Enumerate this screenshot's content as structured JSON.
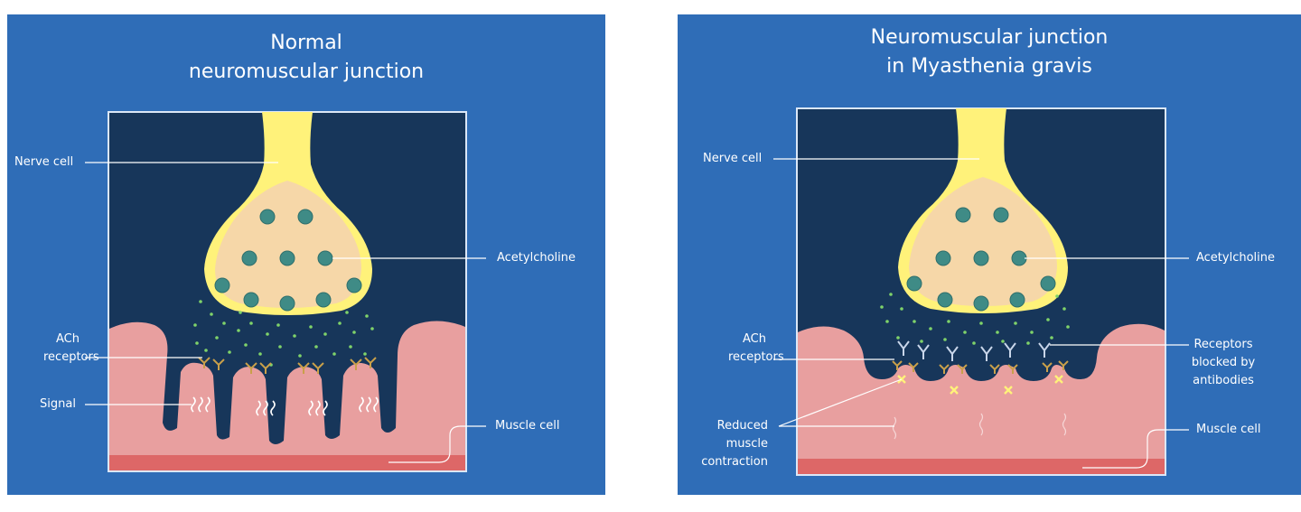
{
  "left_panel": {
    "title_line1": "Normal",
    "title_line2": "neuromuscular junction",
    "labels": {
      "nerve_cell": "Nerve cell",
      "acetylcholine": "Acetylcholine",
      "ach_receptors_line1": "ACh",
      "ach_receptors_line2": "receptors",
      "signal": "Signal",
      "muscle_cell": "Muscle cell"
    }
  },
  "right_panel": {
    "title_line1": "Neuromuscular junction",
    "title_line2": "in Myasthenia gravis",
    "labels": {
      "nerve_cell": "Nerve cell",
      "acetylcholine": "Acetylcholine",
      "ach_receptors_line1": "ACh",
      "ach_receptors_line2": "receptors",
      "receptors_blocked_line1": "Receptors",
      "receptors_blocked_line2": "blocked by",
      "receptors_blocked_line3": "antibodies",
      "reduced_line1": "Reduced",
      "reduced_line2": "muscle",
      "reduced_line3": "contraction",
      "muscle_cell": "Muscle cell"
    }
  },
  "colors": {
    "background": "#2f6db7",
    "cleft": "#17365a",
    "nerve_outer": "#fff27a",
    "nerve_inner": "#f6d7a8",
    "vesicle": "#3f8b86",
    "muscle": "#e89f9f",
    "muscle_band": "#dd6767",
    "ach_dot": "#7fd36a",
    "antibody": "#c9d6ea",
    "blocked_marker": "#fff27a"
  }
}
